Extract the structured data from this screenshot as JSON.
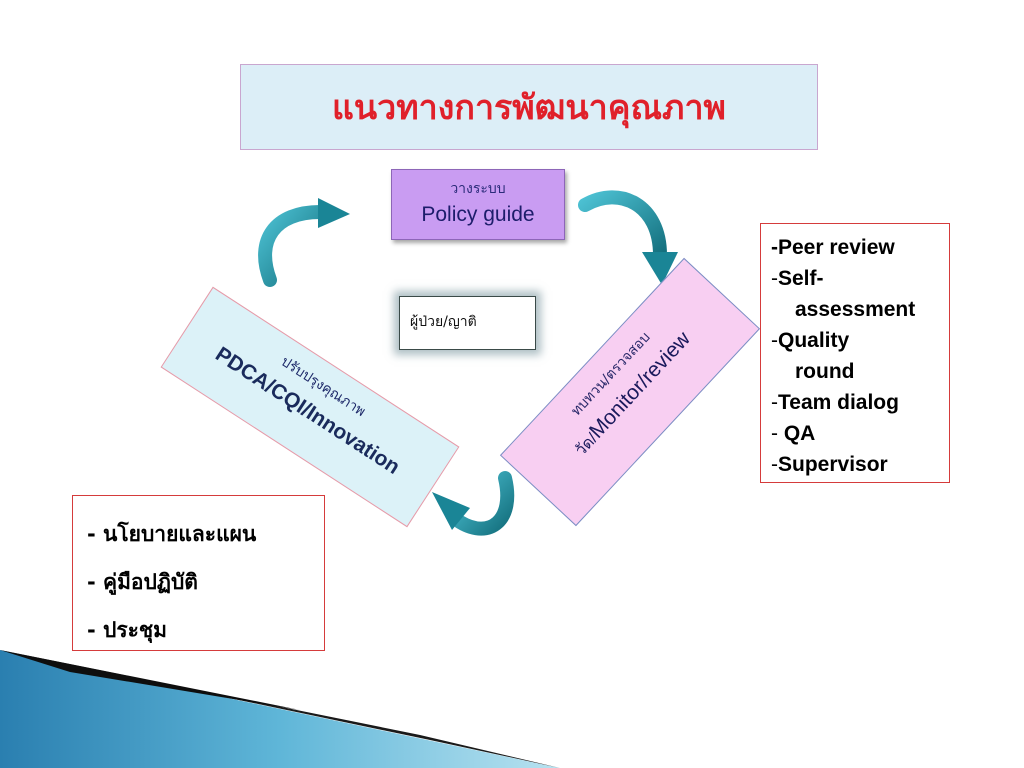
{
  "title": "แนวทางการพัฒนาคุณภาพ",
  "policy": {
    "thai": "วางระบบ",
    "english": "Policy guide"
  },
  "center": {
    "label": "ผู้ป่วย/ญาติ"
  },
  "pdca": {
    "thai": "ปรับปรุงคุณภาพ",
    "english": "PDCA/CQI/Innovation"
  },
  "monitor": {
    "thai": "ทบทวน/ตรวจสอบ",
    "prefix": "วัด/",
    "english": "Monitor/review"
  },
  "review_list": [
    {
      "dash": "-",
      "text": "Peer review"
    },
    {
      "dash": "-",
      "text": "Self-"
    },
    {
      "dash": "",
      "text": "assessment"
    },
    {
      "dash": "-",
      "text": "Quality"
    },
    {
      "dash": "",
      "text": "round"
    },
    {
      "dash": "-",
      "text": "Team dialog"
    },
    {
      "dash": "- ",
      "text": "QA"
    },
    {
      "dash": "-",
      "text": "Supervisor"
    }
  ],
  "policy_list": [
    {
      "dash": "- ",
      "text": "นโยบายและแผน"
    },
    {
      "dash": "- ",
      "text": "คู่มือปฏิบัติ"
    },
    {
      "dash": "- ",
      "text": "ประชุม"
    }
  ],
  "colors": {
    "title": "#e0202a",
    "arrow": "#1f8fa3",
    "policy_fill": "#c99cf2",
    "pdca_fill": "#dcf2f8",
    "monitor_fill": "#f8cff2"
  }
}
